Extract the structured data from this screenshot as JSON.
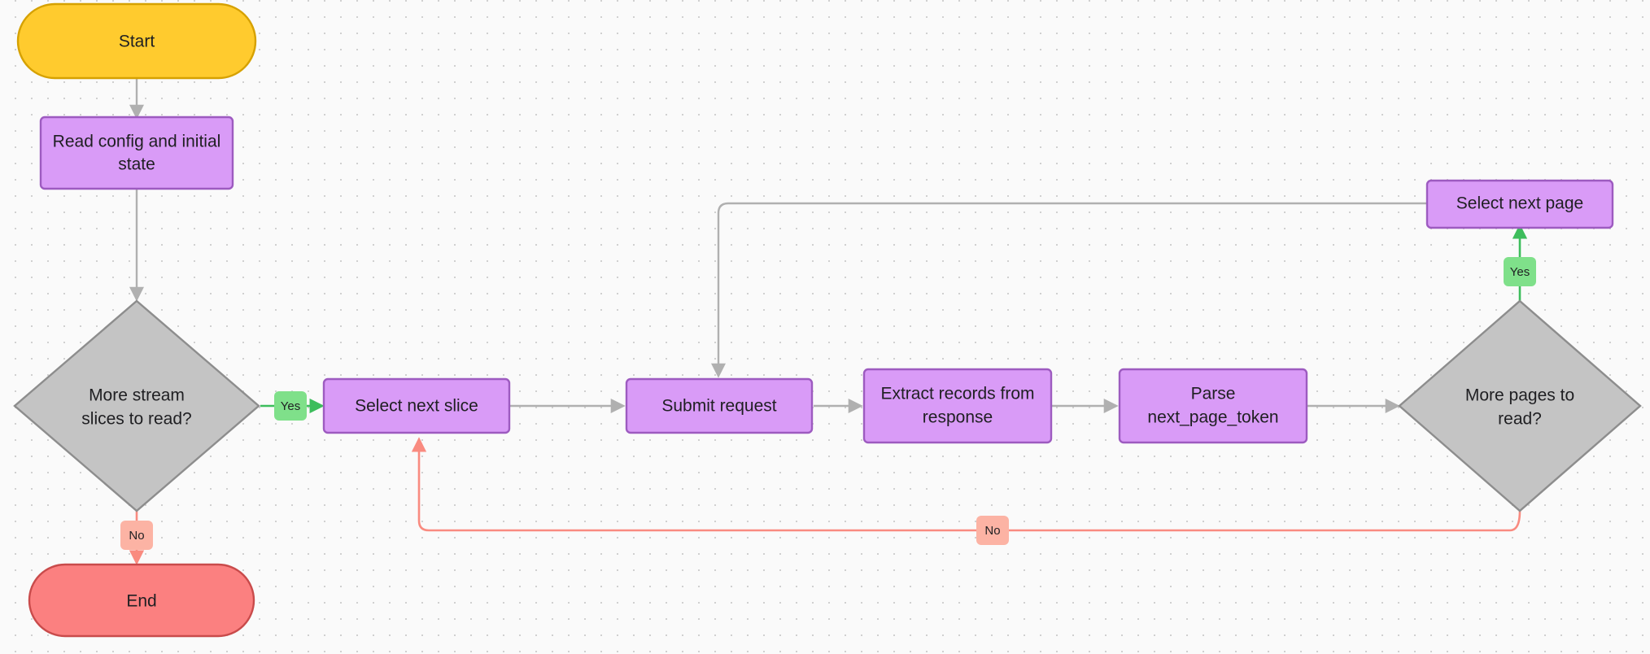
{
  "diagram": {
    "title": "Declarative HTTP stream read flowchart",
    "background": "#fafafa",
    "palette": {
      "start_fill": "#ffcb2e",
      "end_fill": "#fb8080",
      "process_fill": "#d99bf7",
      "decision_fill": "#c4c4c4",
      "edge_default": "#b0b0b0",
      "edge_yes": "#3dbd5c",
      "edge_no": "#f98b80",
      "yes_badge": "#7fe08a",
      "no_badge": "#fcb3a4"
    },
    "nodes": [
      {
        "id": "start",
        "label": "Start",
        "shape": "stadium",
        "type": "start"
      },
      {
        "id": "read_config",
        "label": "Read config and initial\nstate",
        "line1": "Read config and initial",
        "line2": "state",
        "shape": "rect",
        "type": "process"
      },
      {
        "id": "more_slices",
        "label": "More stream\nslices to read?",
        "line1": "More stream",
        "line2": "slices to read?",
        "shape": "diamond",
        "type": "decision"
      },
      {
        "id": "end",
        "label": "End",
        "shape": "stadium",
        "type": "end"
      },
      {
        "id": "next_slice",
        "label": "Select next slice",
        "shape": "rect",
        "type": "process"
      },
      {
        "id": "submit",
        "label": "Submit request",
        "shape": "rect",
        "type": "process"
      },
      {
        "id": "extract",
        "label": "Extract records from\nresponse",
        "line1": "Extract records from",
        "line2": "response",
        "shape": "rect",
        "type": "process"
      },
      {
        "id": "parse",
        "label": "Parse\nnext_page_token",
        "line1": "Parse",
        "line2": "next_page_token",
        "shape": "rect",
        "type": "process"
      },
      {
        "id": "more_pages",
        "label": "More pages to\nread?",
        "line1": "More pages to",
        "line2": "read?",
        "shape": "diamond",
        "type": "decision"
      },
      {
        "id": "next_page",
        "label": "Select next page",
        "shape": "rect",
        "type": "process"
      }
    ],
    "edges": [
      {
        "id": "e_start_read",
        "from": "start",
        "to": "read_config",
        "label": "",
        "color": "default"
      },
      {
        "id": "e_read_slices",
        "from": "read_config",
        "to": "more_slices",
        "label": "",
        "color": "default"
      },
      {
        "id": "e_slices_yes",
        "from": "more_slices",
        "to": "next_slice",
        "label": "Yes",
        "color": "yes"
      },
      {
        "id": "e_slices_no",
        "from": "more_slices",
        "to": "end",
        "label": "No",
        "color": "no"
      },
      {
        "id": "e_slice_submit",
        "from": "next_slice",
        "to": "submit",
        "label": "",
        "color": "default"
      },
      {
        "id": "e_submit_extract",
        "from": "submit",
        "to": "extract",
        "label": "",
        "color": "default"
      },
      {
        "id": "e_extract_parse",
        "from": "extract",
        "to": "parse",
        "label": "",
        "color": "default"
      },
      {
        "id": "e_parse_pages",
        "from": "parse",
        "to": "more_pages",
        "label": "",
        "color": "default"
      },
      {
        "id": "e_pages_yes",
        "from": "more_pages",
        "to": "next_page",
        "label": "Yes",
        "color": "yes"
      },
      {
        "id": "e_nextpage_submit",
        "from": "next_page",
        "to": "submit",
        "label": "",
        "color": "default"
      },
      {
        "id": "e_pages_no",
        "from": "more_pages",
        "to": "next_slice",
        "label": "No",
        "color": "no"
      }
    ],
    "labels": {
      "start": "Start",
      "read_config_l1": "Read config and initial",
      "read_config_l2": "state",
      "more_slices_l1": "More stream",
      "more_slices_l2": "slices to read?",
      "end": "End",
      "next_slice": "Select next slice",
      "submit": "Submit request",
      "extract_l1": "Extract records from",
      "extract_l2": "response",
      "parse_l1": "Parse",
      "parse_l2": "next_page_token",
      "more_pages_l1": "More pages to",
      "more_pages_l2": "read?",
      "next_page": "Select next page",
      "yes_slices": "Yes",
      "no_slices": "No",
      "yes_pages": "Yes",
      "no_pages": "No"
    }
  }
}
